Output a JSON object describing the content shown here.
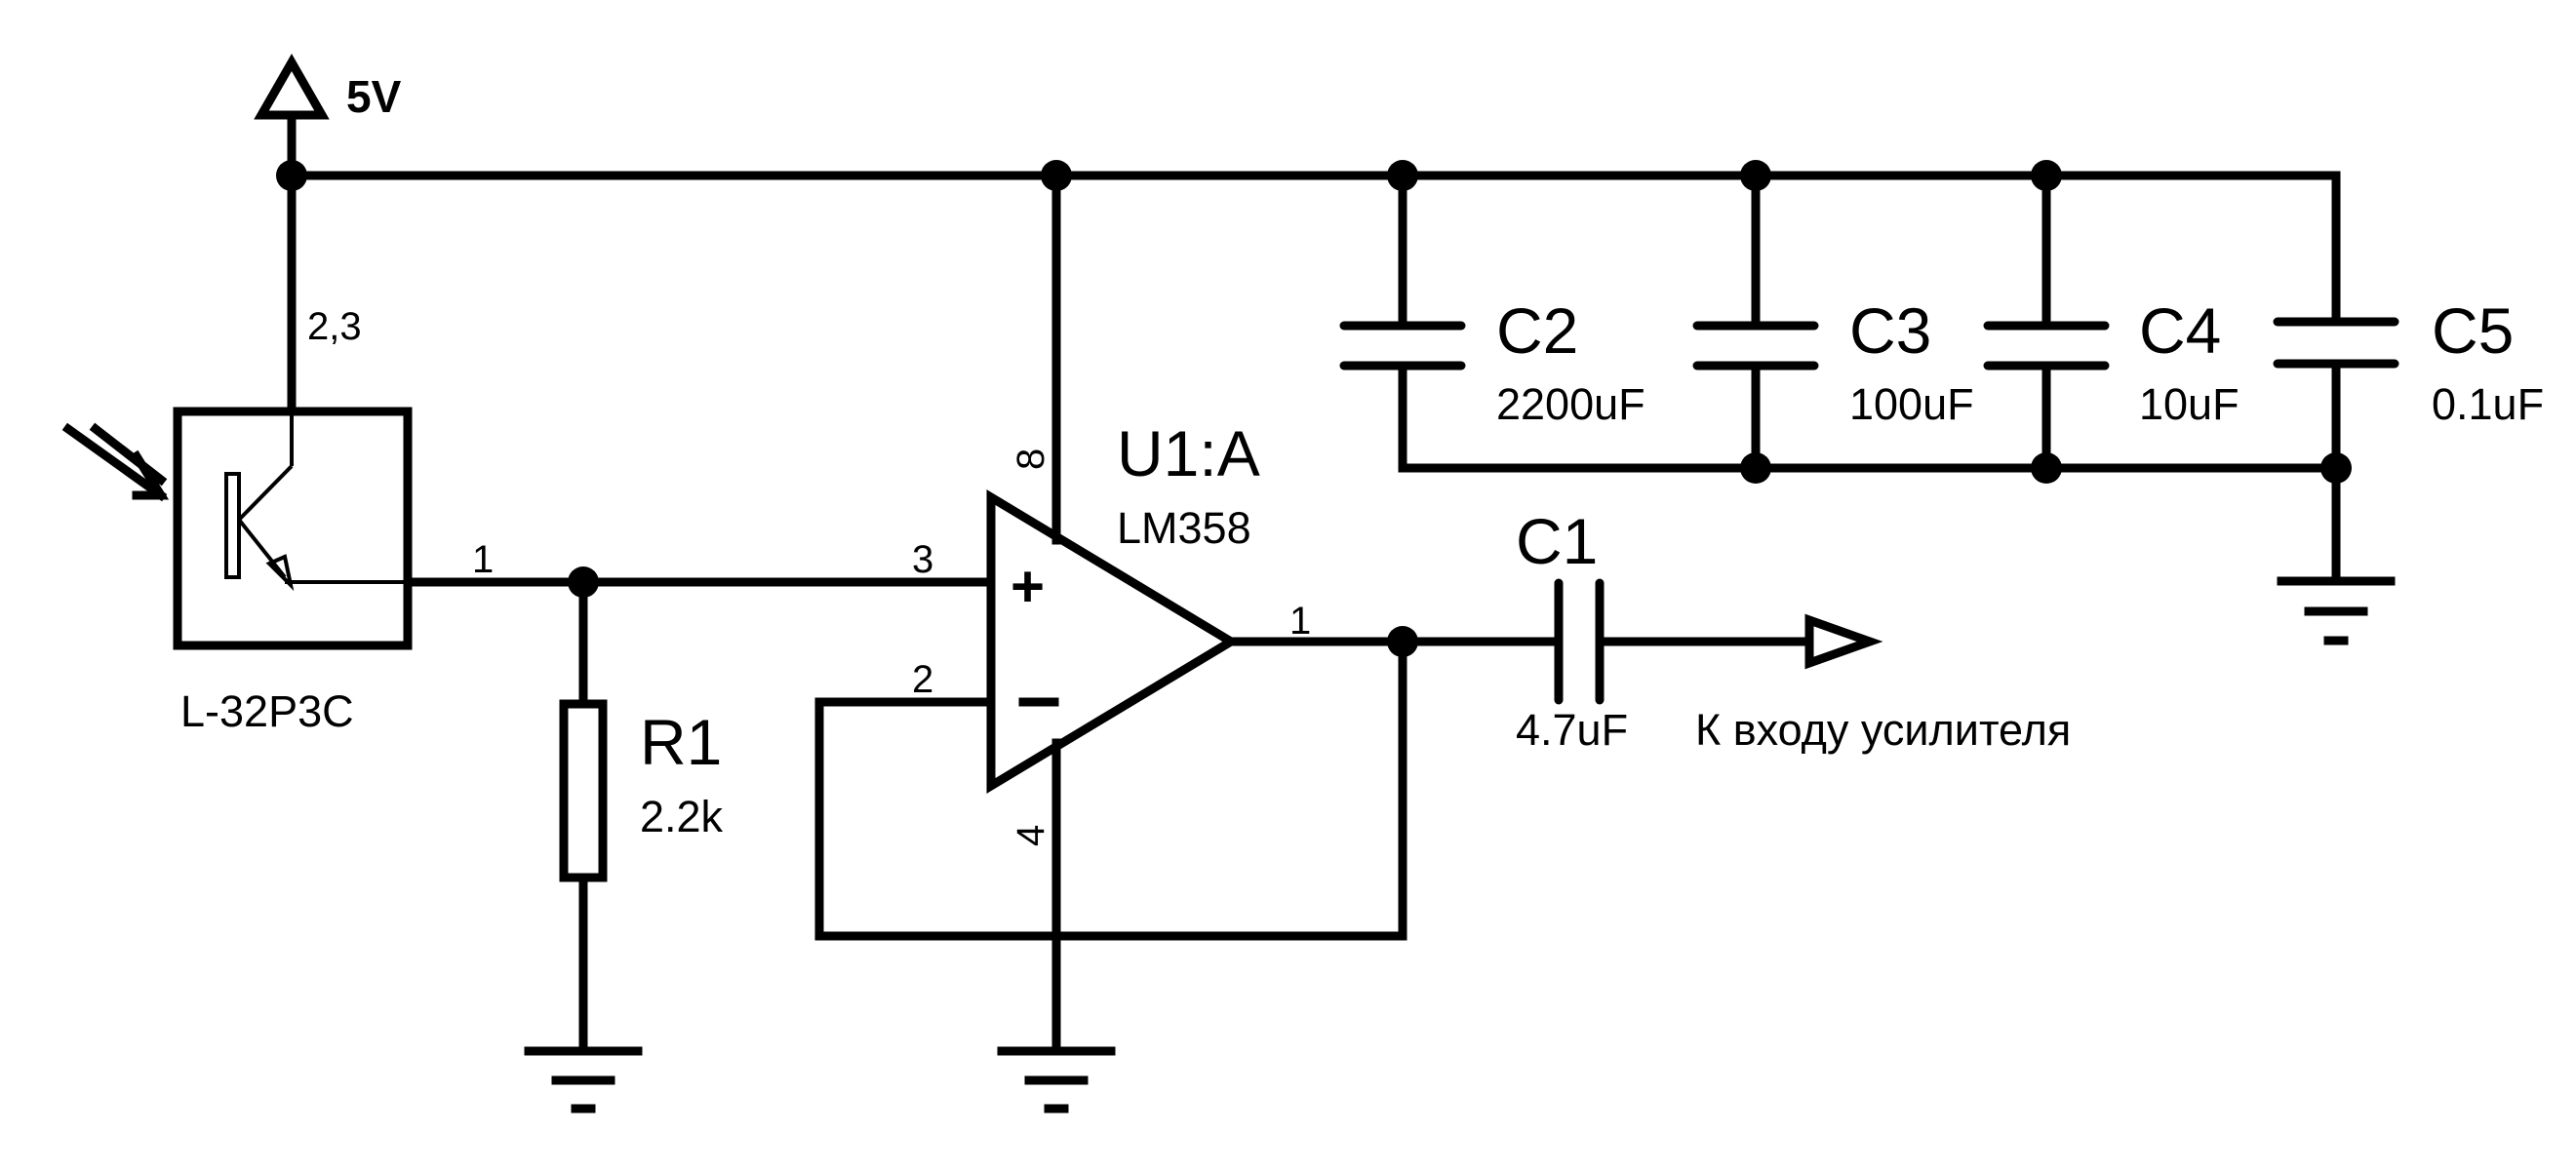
{
  "power": {
    "label": "5V"
  },
  "phototransistor": {
    "part": "L-32P3C",
    "pin_collector": "2,3",
    "pin_emitter": "1"
  },
  "r1": {
    "ref": "R1",
    "value": "2.2k"
  },
  "opamp": {
    "ref": "U1:A",
    "part": "LM358",
    "pin_vcc": "8",
    "pin_gnd": "4",
    "pin_plus": "3",
    "pin_minus": "2",
    "pin_out": "1",
    "sign_plus": "+",
    "sign_minus": "-"
  },
  "c1": {
    "ref": "C1",
    "value": "4.7uF"
  },
  "c2": {
    "ref": "C2",
    "value": "2200uF"
  },
  "c3": {
    "ref": "C3",
    "value": "100uF"
  },
  "c4": {
    "ref": "C4",
    "value": "10uF"
  },
  "c5": {
    "ref": "C5",
    "value": "0.1uF"
  },
  "output": {
    "label": "К входу усилителя"
  }
}
